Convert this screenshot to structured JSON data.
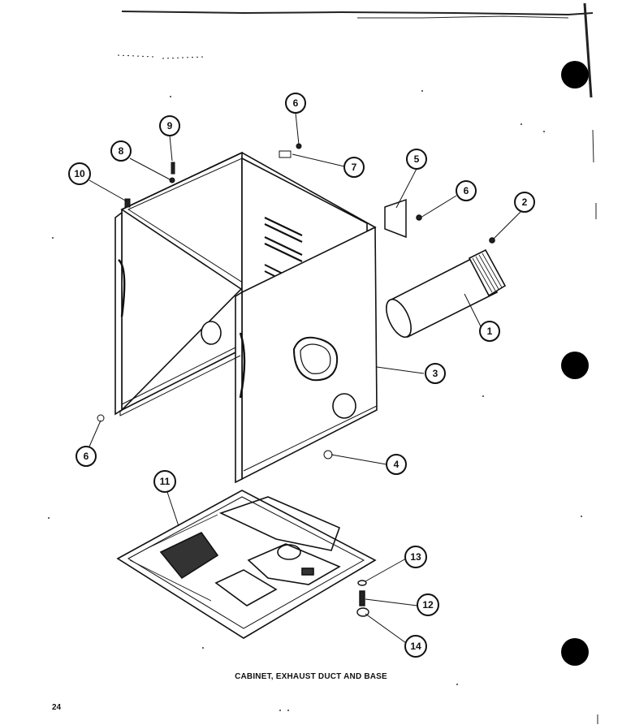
{
  "caption": "CABINET, EXHAUST DUCT AND BASE",
  "page_number": "24",
  "callouts": [
    {
      "id": "c-6a",
      "label": "6"
    },
    {
      "id": "c-9",
      "label": "9"
    },
    {
      "id": "c-8",
      "label": "8"
    },
    {
      "id": "c-10",
      "label": "10"
    },
    {
      "id": "c-7",
      "label": "7"
    },
    {
      "id": "c-5",
      "label": "5"
    },
    {
      "id": "c-6b",
      "label": "6"
    },
    {
      "id": "c-2",
      "label": "2"
    },
    {
      "id": "c-1",
      "label": "1"
    },
    {
      "id": "c-3",
      "label": "3"
    },
    {
      "id": "c-6c",
      "label": "6"
    },
    {
      "id": "c-4",
      "label": "4"
    },
    {
      "id": "c-11",
      "label": "11"
    },
    {
      "id": "c-13",
      "label": "13"
    },
    {
      "id": "c-12",
      "label": "12"
    },
    {
      "id": "c-14",
      "label": "14"
    }
  ]
}
